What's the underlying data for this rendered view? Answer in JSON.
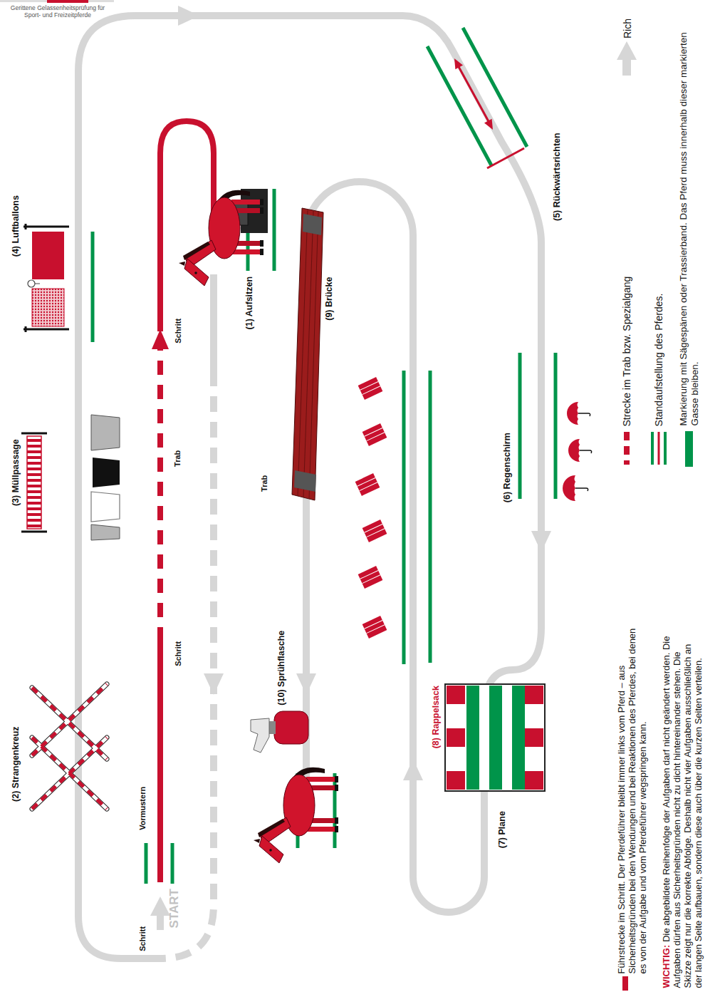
{
  "diagram": {
    "title": "Gerittene Gelassenheitsprüfung für Sport- und Freizeitpferde",
    "labels": [
      "(4) Luftballons",
      "(3) Müllpassage",
      "(2) Strangenkreuz",
      "Vormustern",
      "START",
      "Schritt",
      "Schritt",
      "Trab",
      "Schritt",
      "(1) Aufsitzen",
      "(9) Brücke",
      "Trab",
      "(10) Sprühflasche",
      "(8) Rappelsack",
      "(7) Plane",
      "(6) Regenschirm",
      "(5) Rückwärtsrichten",
      "WICHTIG:",
      "Die abgebildete Reihenfolge der Aufgaben darf nicht geändert werden. Die Aufgaben dürfen aus Sicherheitsgründen nicht zu dicht hintereinander stehen. Die Skizze zeigt nur die korrekte Abfolge. Deshalb nicht vier Aufgaben ausschließlich an der langen Seite aufbauen, sondern diese auch über die kurzen Seiten verteilen."
    ],
    "legend": [
      {
        "text": "Führstrecke im Schritt. Der Pferdeführer bleibt immer links vom Pferd – aus Sicherheitsgründen bei den Wendungen und bei Reaktionen des Pferdes, bei denen es von der Aufgabe und vom Pferdeführer wegspringen kann."
      },
      {
        "text": "Strecke im Trab bzw. Spezialgang"
      },
      {
        "text": "Standaufstellung des Pferdes."
      },
      {
        "text": "Markierung mit Sägespänen oder Trassierband. Das Pferd muss innerhalb dieser markierten Gasse bleiben.",
        "color": "#00944a"
      },
      {
        "text": "Rich"
      }
    ]
  }
}
